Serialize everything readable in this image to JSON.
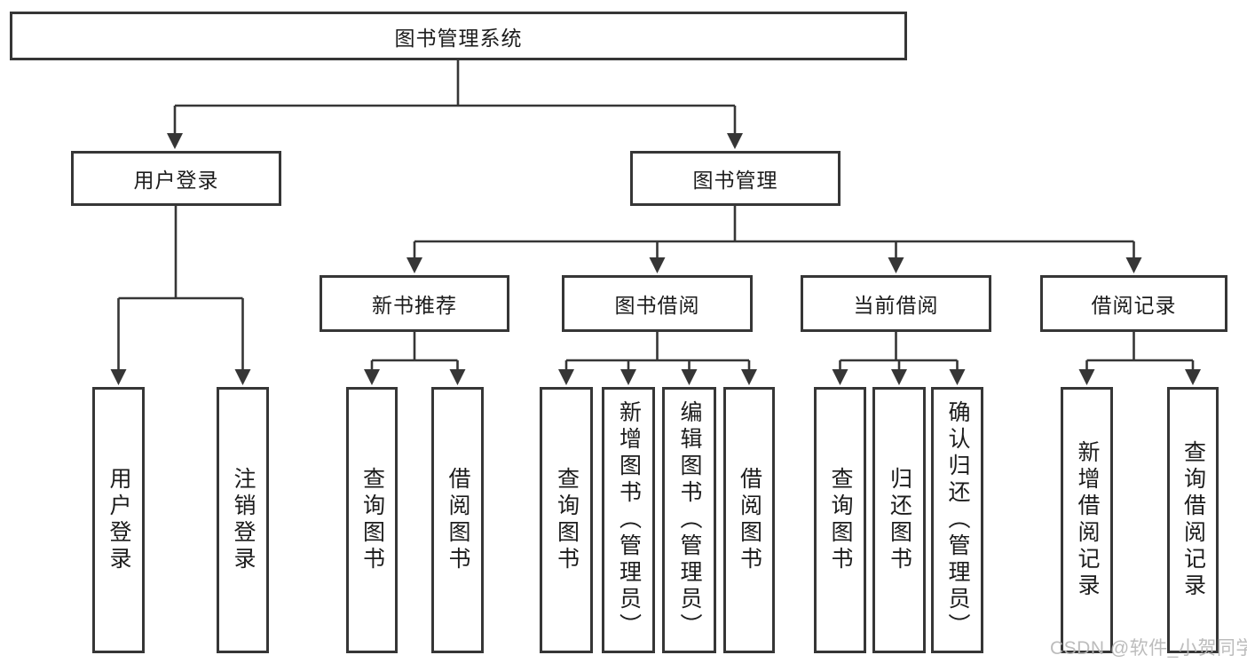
{
  "tree": {
    "label": "图书管理系统",
    "children": [
      {
        "label": "用户登录",
        "children": [
          {
            "label": "用户登录"
          },
          {
            "label": "注销登录"
          }
        ]
      },
      {
        "label": "图书管理",
        "children": [
          {
            "label": "新书推荐",
            "children": [
              {
                "label": "查询图书"
              },
              {
                "label": "借阅图书"
              }
            ]
          },
          {
            "label": "图书借阅",
            "children": [
              {
                "label": "查询图书"
              },
              {
                "label": "新增图书（管理员）"
              },
              {
                "label": "编辑图书（管理员）"
              },
              {
                "label": "借阅图书"
              }
            ]
          },
          {
            "label": "当前借阅",
            "children": [
              {
                "label": "查询图书"
              },
              {
                "label": "归还图书"
              },
              {
                "label": "确认归还（管理员）"
              }
            ]
          },
          {
            "label": "借阅记录",
            "children": [
              {
                "label": "新增借阅记录"
              },
              {
                "label": "查询借阅记录"
              }
            ]
          }
        ]
      }
    ]
  },
  "watermark": "CSDN @软件_小贺同学",
  "style": {
    "line_color": "#363636",
    "text_color": "#1c1c1c",
    "watermark_color": "#b7b7b7",
    "background": "#ffffff"
  }
}
